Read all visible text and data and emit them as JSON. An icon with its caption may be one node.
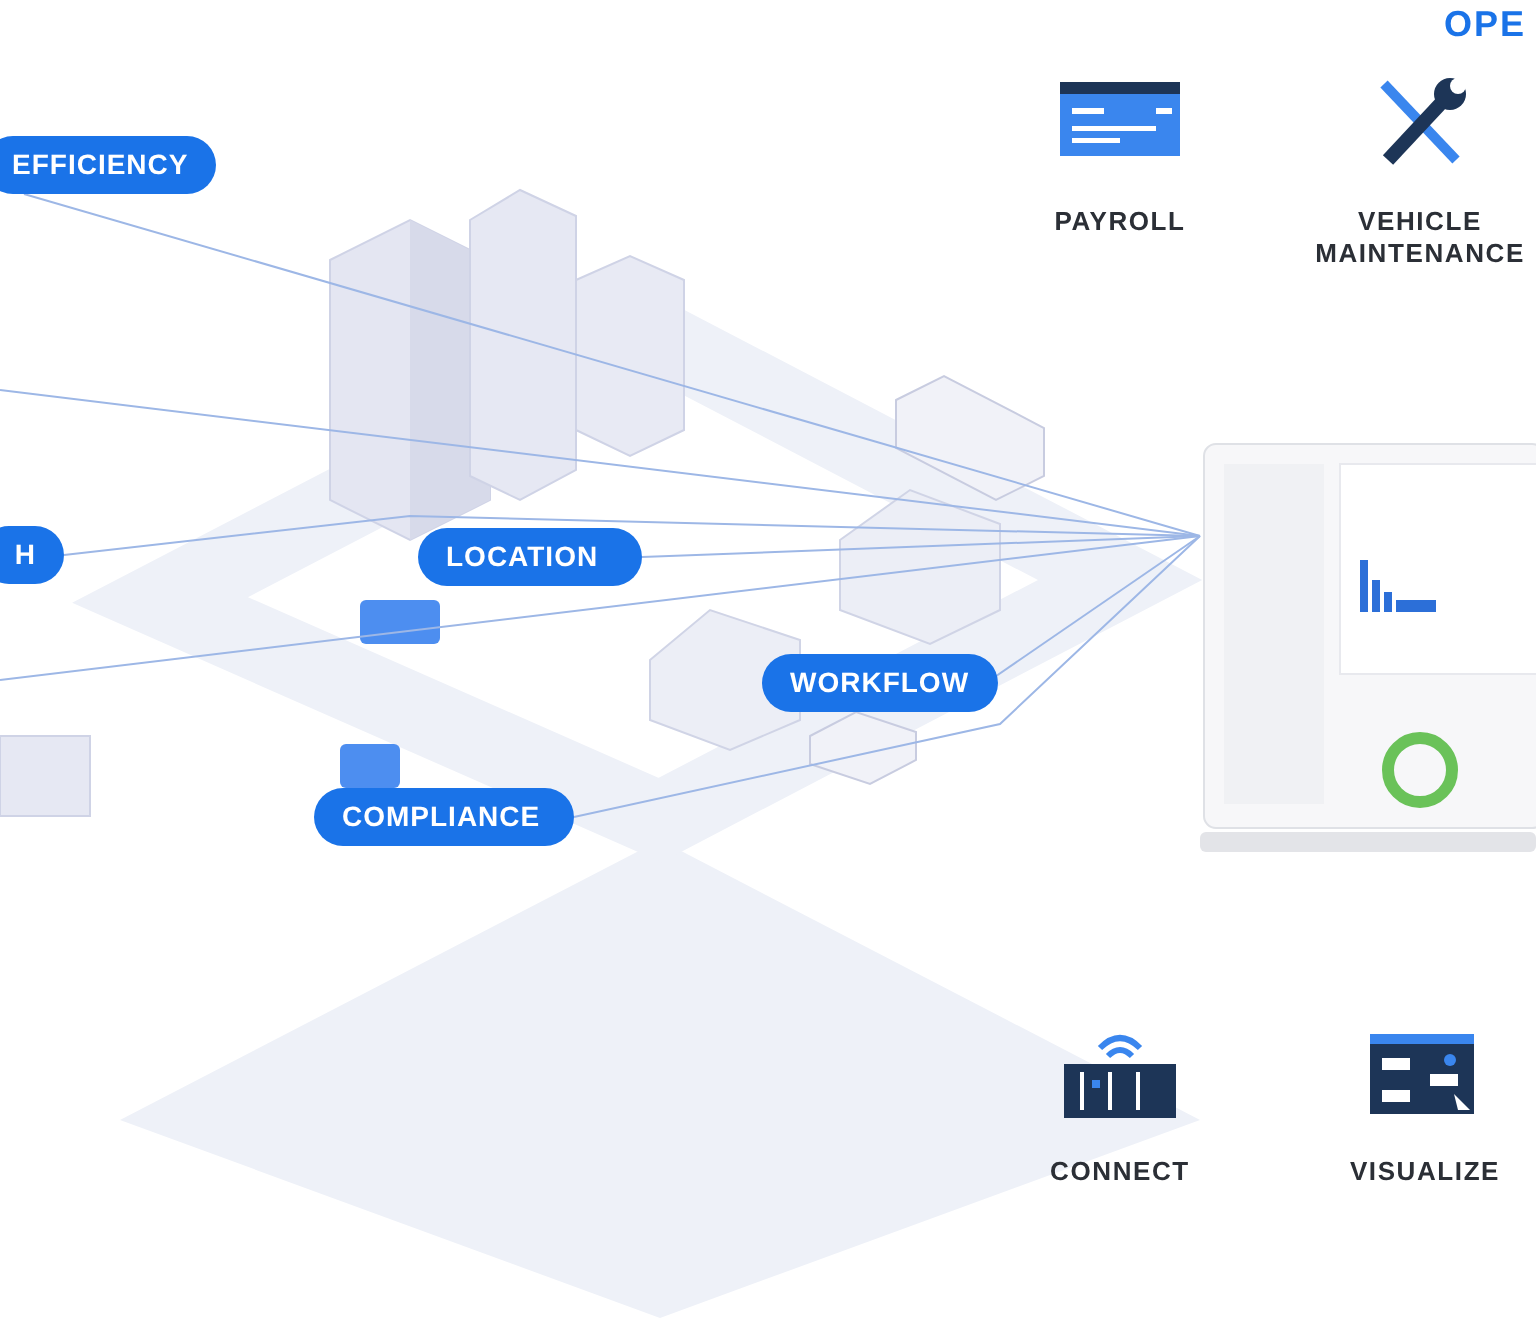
{
  "diagram": {
    "nodes": [
      {
        "text": [
          "EFFICIENCY"
        ]
      },
      {
        "text": [
          "H"
        ]
      },
      {
        "text": [
          "LOCATION"
        ]
      },
      {
        "text": [
          "WORKFLOW"
        ]
      },
      {
        "text": [
          "COMPLIANCE"
        ]
      },
      {
        "text": [],
        "shape": "picture"
      }
    ],
    "edges": [
      {
        "from": 0,
        "to": 5,
        "arrow": "none"
      },
      {
        "from": null,
        "to": 5,
        "arrow": "none"
      },
      {
        "from": 1,
        "to": 5,
        "arrow": "none"
      },
      {
        "from": 2,
        "to": 5,
        "arrow": "none"
      },
      {
        "from": null,
        "to": 5,
        "arrow": "none"
      },
      {
        "from": 4,
        "to": 5,
        "arrow": "none"
      },
      {
        "from": 3,
        "to": 5,
        "arrow": "none"
      }
    ],
    "labels": [
      "OPE",
      "PAYROLL",
      "VEHICLE MAINTENANCE",
      "CONNECT",
      "VISUALIZE"
    ]
  }
}
